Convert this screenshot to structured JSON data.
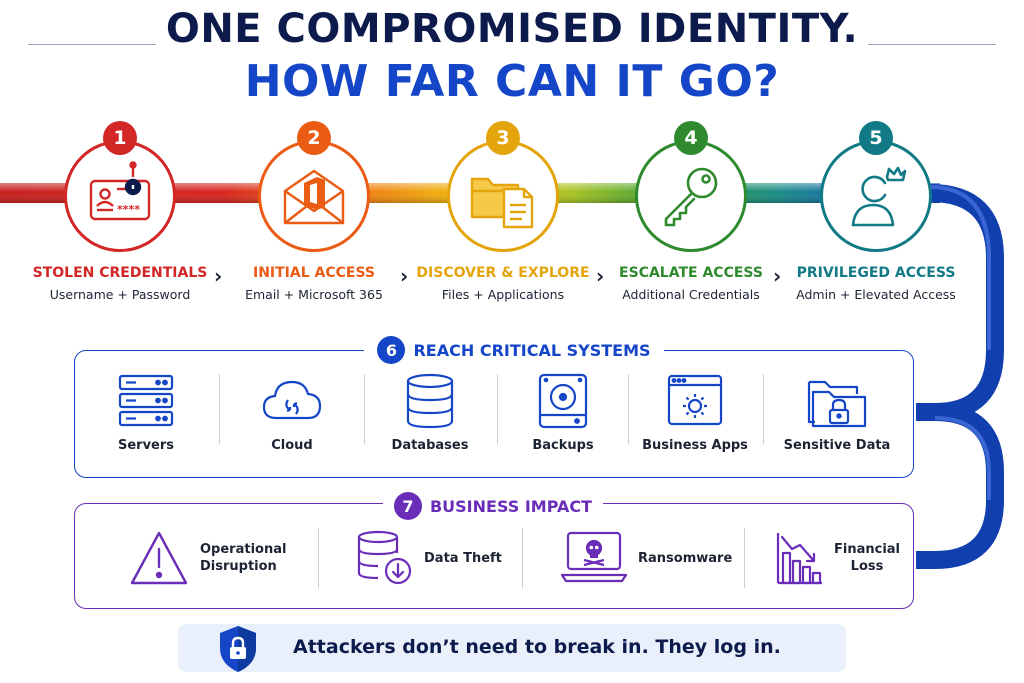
{
  "title": {
    "line1": "ONE COMPROMISED IDENTITY.",
    "line2": "HOW FAR CAN IT GO?"
  },
  "colors": {
    "navy": "#0d1b4c",
    "blue": "#1546c8",
    "red": "#d32626",
    "orange": "#ea5b14",
    "gold": "#e3a40c",
    "green": "#2f8a2e",
    "teal": "#117a86",
    "purple": "#6a2db8",
    "pipe_blue": "#123fae"
  },
  "steps": [
    {
      "number": "1",
      "title": "STOLEN CREDENTIALS",
      "subtitle": "Username + Password",
      "icon": "credential-card-icon",
      "color": "#d32626"
    },
    {
      "number": "2",
      "title": "INITIAL ACCESS",
      "subtitle": "Email + Microsoft 365",
      "icon": "email-office-icon",
      "color": "#ea5b14"
    },
    {
      "number": "3",
      "title": "DISCOVER & EXPLORE",
      "subtitle": "Files + Applications",
      "icon": "folder-files-icon",
      "color": "#e3a40c"
    },
    {
      "number": "4",
      "title": "ESCALATE ACCESS",
      "subtitle": "Additional Credentials",
      "icon": "key-icon",
      "color": "#2f8a2e"
    },
    {
      "number": "5",
      "title": "PRIVILEGED ACCESS",
      "subtitle": "Admin + Elevated Access",
      "icon": "admin-crown-icon",
      "color": "#117a86"
    }
  ],
  "critical": {
    "number": "6",
    "title": "REACH CRITICAL SYSTEMS",
    "items": [
      {
        "label": "Servers",
        "icon": "servers-icon"
      },
      {
        "label": "Cloud",
        "icon": "cloud-icon"
      },
      {
        "label": "Databases",
        "icon": "database-icon"
      },
      {
        "label": "Backups",
        "icon": "backup-drive-icon"
      },
      {
        "label": "Business Apps",
        "icon": "business-app-icon"
      },
      {
        "label": "Sensitive Data",
        "icon": "locked-folder-icon"
      }
    ]
  },
  "impact": {
    "number": "7",
    "title": "BUSINESS IMPACT",
    "items": [
      {
        "label_line1": "Operational",
        "label_line2": "Disruption",
        "icon": "warning-icon"
      },
      {
        "label_line1": "Data Theft",
        "label_line2": "",
        "icon": "data-theft-icon"
      },
      {
        "label_line1": "Ransomware",
        "label_line2": "",
        "icon": "ransomware-icon"
      },
      {
        "label_line1": "Financial",
        "label_line2": "Loss",
        "icon": "financial-loss-icon"
      }
    ]
  },
  "footer": {
    "text": "Attackers don’t need to break in. They log in.",
    "icon": "shield-lock-icon"
  }
}
